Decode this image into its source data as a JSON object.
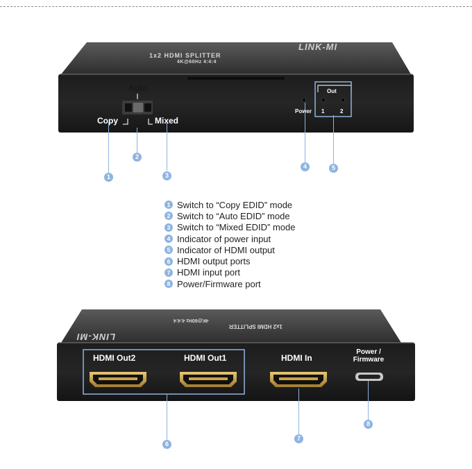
{
  "top_device": {
    "brand": "LINK-MI",
    "model": "1x2 HDMI SPLITTER",
    "spec": "4K@60Hz 4:4:4",
    "switch_top": "Auto",
    "switch_left": "Copy",
    "switch_right": "Mixed",
    "power_label": "Power",
    "out_label": "Out",
    "out_1": "1",
    "out_2": "2"
  },
  "callouts_top": [
    "1",
    "2",
    "3",
    "4",
    "5"
  ],
  "legend": [
    {
      "num": "1",
      "text": "Switch to “Copy EDID” mode"
    },
    {
      "num": "2",
      "text": "Switch to “Auto EDID” mode"
    },
    {
      "num": "3",
      "text": "Switch to “Mixed EDID” mode"
    },
    {
      "num": "4",
      "text": "Indicator of power input"
    },
    {
      "num": "5",
      "text": "Indicator of HDMI output"
    },
    {
      "num": "6",
      "text": "HDMI output ports"
    },
    {
      "num": "7",
      "text": "HDMI input port"
    },
    {
      "num": "8",
      "text": "Power/Firmware port"
    }
  ],
  "bottom_device": {
    "brand": "LINK-MI",
    "model": "1x2 HDMI SPLITTER",
    "spec": "4K@60Hz 4:4:4",
    "port_out2": "HDMI Out2",
    "port_out1": "HDMI Out1",
    "port_in": "HDMI In",
    "power_firmware": "Power / Firmware"
  },
  "callouts_bottom": [
    "6",
    "7",
    "8"
  ],
  "colors": {
    "accent": "#8fb4e0",
    "device_body": "#2b2b2b",
    "device_front": "#1a1a1a",
    "connector_gold": "#c9a24a"
  }
}
